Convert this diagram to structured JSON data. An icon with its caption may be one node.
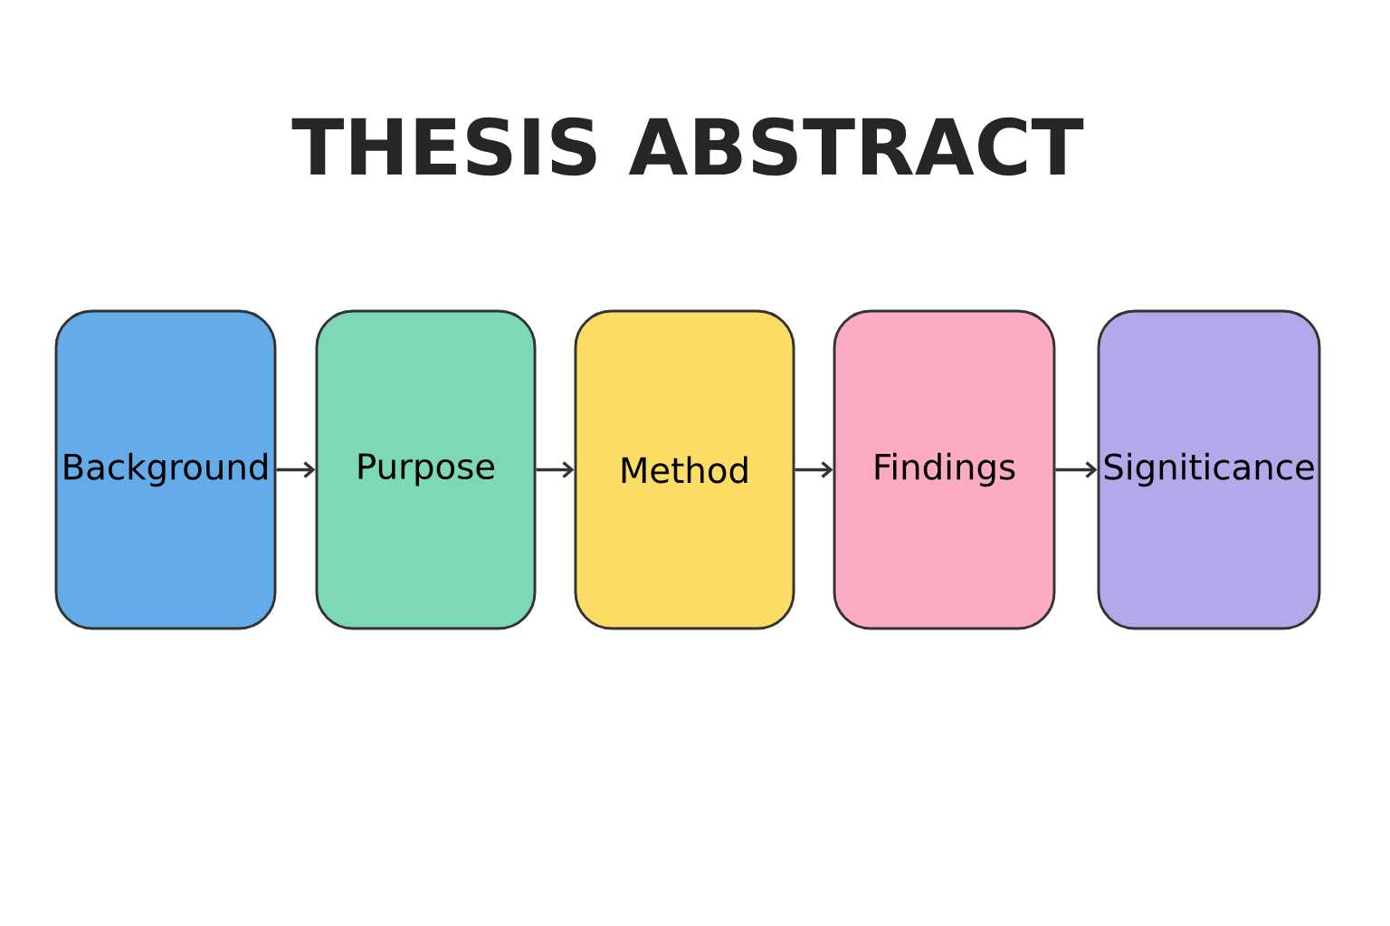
{
  "diagram": {
    "title": "THESIS ABSTRACT",
    "nodes": [
      {
        "text": [
          "Background"
        ]
      },
      {
        "text": [
          "Purpose"
        ]
      },
      {
        "text": [
          "Method"
        ]
      },
      {
        "text": [
          "Findings"
        ]
      },
      {
        "text": [
          "Signiticance"
        ]
      }
    ],
    "edges": [
      {
        "from": 0,
        "to": 1,
        "arrow": "to"
      },
      {
        "from": 1,
        "to": 2,
        "arrow": "to"
      },
      {
        "from": 2,
        "to": 3,
        "arrow": "to"
      },
      {
        "from": 3,
        "to": 4,
        "arrow": "to"
      }
    ]
  }
}
